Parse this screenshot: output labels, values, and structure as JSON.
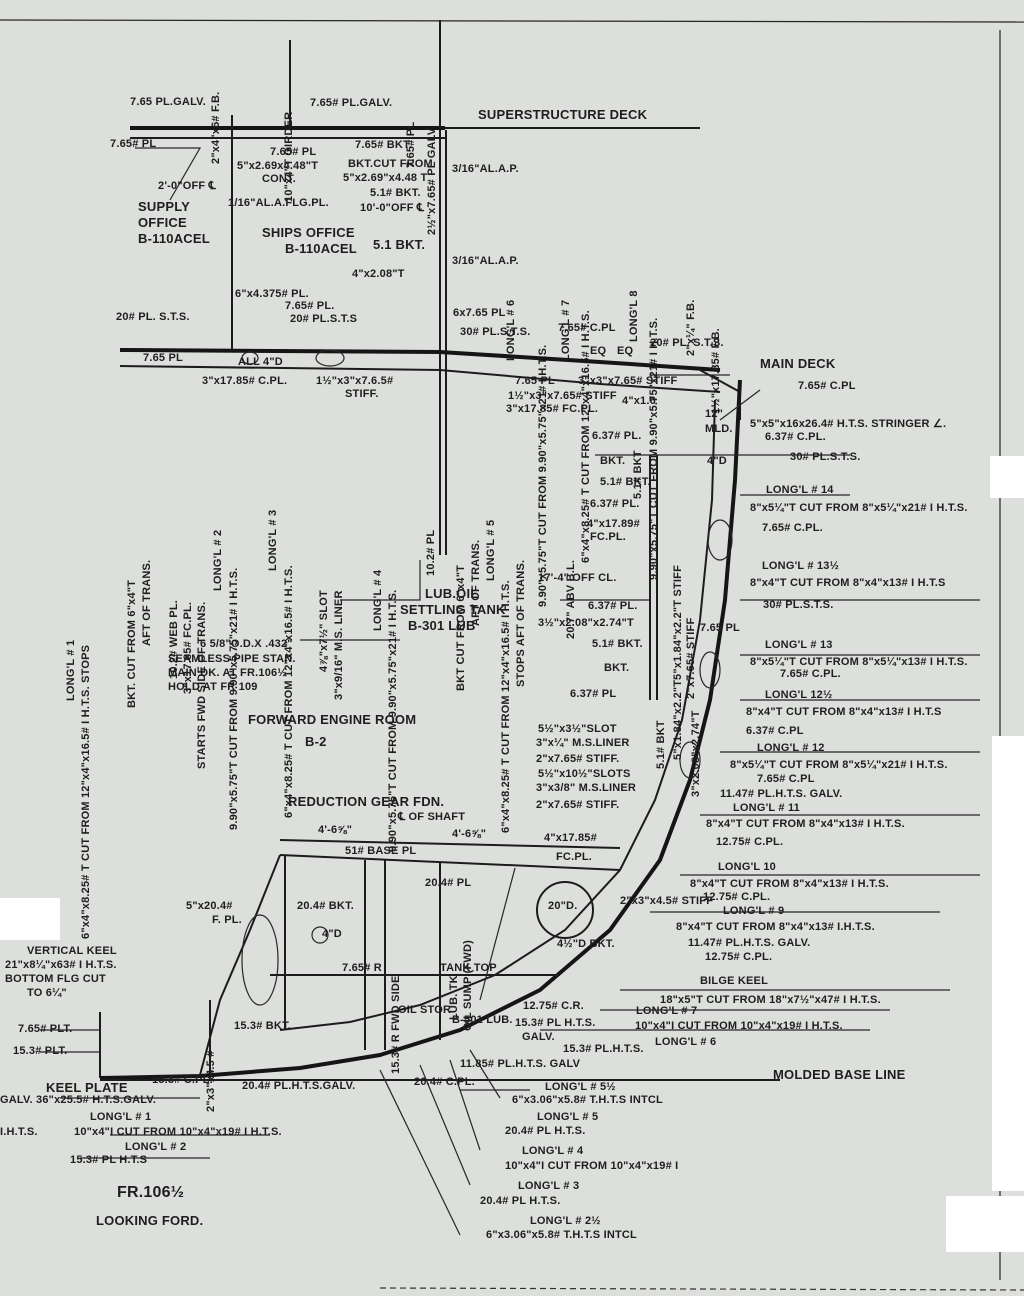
{
  "labels": {
    "l01": "7.65 PL.GALV.",
    "l02": "7.65# PL.GALV.",
    "l03": "SUPERSTRUCTURE  DECK",
    "l04": "7.65# PL",
    "l05": "7.65# PL",
    "l06": "7.65# BKT.",
    "l07": "5\"x2.69x4.48\"T",
    "l08": "BKT.CUT FROM",
    "l09": "5\"x2.69\"x4.48 T",
    "l10": "CONT.",
    "l11": "3/16\"AL.A.P.",
    "l12": "2'-0\"OFF ℄",
    "l13": "5.1# BKT.",
    "l14": "SUPPLY",
    "l15": "OFFICE",
    "l16": "B-110ACEL",
    "l17": "1/16\"AL.A.FLG.PL.",
    "l18": "10'-0\"OFF ℄",
    "l19": "SHIPS OFFICE",
    "l20": "B-110ACEL",
    "l21": "5.1 BKT.",
    "l22": "3/16\"AL.A.P.",
    "l23": "4\"x2.08\"T",
    "l24": "6\"x4.375# PL.",
    "l25": "7.65# PL.",
    "l26": "20# PL.S.T.S",
    "l27": "6x7.65 PL",
    "l28": "20# PL. S.T.S.",
    "l29": "7.65 PL",
    "l30": "ALL 4\"D",
    "l31": "30# PL.S.T.S.",
    "l32": "7.65# C.PL",
    "l33": "EQ",
    "l34": "EQ",
    "l35": "20# PL. S.T.S.",
    "l36": "MAIN DECK",
    "l37": "7.65# C.PL",
    "l38": "3\"x17.85# C.PL.",
    "l39": "1½\"x3\"x7.6.5#",
    "l40": "STIFF.",
    "l41": "7.65 PL",
    "l42": "1½\"x3\"x7.65# STIFF",
    "l43": "3\"x17.85# FC.PL.",
    "l44": "4\"x1.6",
    "l45": "12\"",
    "l46": "MLD.",
    "l47": "5\"x5\"x16x26.4# H.T.S. STRINGER ∠.",
    "l48": "6.37# C.PL.",
    "l49": "6.37# PL.",
    "l50": "30# PL.S.T.S.",
    "l51": "BKT.",
    "l52": "5.1# BKT.",
    "l53": "4\"D",
    "l54": "LONG'L # 14",
    "l55": "8\"x5¼\"T CUT FROM 8\"x5¼\"x21# I H.T.S.",
    "l56": "6.37# PL.",
    "l57": "7.65# C.PL.",
    "l58": "4\"x17.89#",
    "l59": "FC.PL.",
    "l60": "LONG'L # 13½",
    "l61": "8\"x4\"T CUT FROM 8\"x4\"x13# I H.T.S",
    "l62": "17'-4\" OFF CL.",
    "l63": "30# PL.S.T.S.",
    "l64": "LUB.OIL",
    "l65": "SETTLING TANK",
    "l66": "B-301 LUB",
    "l67": "6.37# PL.",
    "l68": "7.65 PL",
    "l69": "3½\"x2.08\"x2.74\"T",
    "l70": "LONG'L # 13",
    "l71": "8\"x5¼\"T CUT FROM 8\"x5¼\"x13# I H.T.S.",
    "l72": "5.1# BKT.",
    "l73": "7.65# C.PL.",
    "l74": "BKT.",
    "l75": "6 5/8\"O.D.X .432\"",
    "l76": "SEAMLESS PIPE STAN.",
    "l77": "MAIN DK. AT FR.106½",
    "l78": "HOLD AT FR 109",
    "l79": "6.37# PL",
    "l80": "LONG'L 12½",
    "l81": "8\"x4\"T CUT FROM 8\"x4\"x13# I H.T.S",
    "l82": "FORWARD ENGINE ROOM",
    "l83": "B-2",
    "l84": "5½\"x3½\"SLOT",
    "l85": "3\"x¼\" M.S.LINER",
    "l86": "6.37# C.PL",
    "l87": "LONG'L # 12",
    "l88": "2\"x7.65# STIFF.",
    "l89": "8\"x5¼\"T CUT FROM 8\"x5¼\"x21# I H.T.S.",
    "l90": "5½\"x10½\"SLOTS",
    "l91": "3\"x3/8\" M.S.LINER",
    "l92": "7.65# C.PL",
    "l93": "11.47# PL.H.T.S. GALV.",
    "l94": "2\"x7.65# STIFF.",
    "l95": "LONG'L # 11",
    "l96": "REDUCTION GEAR FDN.",
    "l97": "℄ OF SHAFT",
    "l98": "8\"x4\"T CUT FROM 8\"x4\"x13# I H.T.S.",
    "l99": "4'-6⅝\"",
    "l100": "4'-6⅝\"",
    "l101": "4\"x17.85#",
    "l102": "12.75# C.PL.",
    "l103": "51# BASE PL",
    "l104": "FC.PL.",
    "l105": "LONG'L 10",
    "l106": "8\"x4\"T CUT FROM 8\"x4\"x13# I H.T.S.",
    "l107": "12.75# C.PL.",
    "l108": "5\"x20.4#",
    "l109": "F. PL.",
    "l110": "20.4# BKT.",
    "l111": "20.4# PL",
    "l112": "20\"D.",
    "l113": "LONG'L # 9",
    "l114": "8\"x4\"T CUT FROM 8\"x4\"x13# I.H.T.S.",
    "l115": "11.47# PL.H.T.S. GALV.",
    "l116": "VERTICAL KEEL",
    "l117": "21\"x8¼\"x63# I H.T.S.",
    "l118": "BOTTOM FLG CUT",
    "l119": "TO 6¼\"",
    "l120": "4\"D",
    "l121": "7.65# R",
    "l122": "TANK  TOP",
    "l123": "4½\"D  BKT.",
    "l124": "12.75# C.PL.",
    "l125": "BILGE KEEL",
    "l126": "18\"x5\"T CUT FROM 18\"x7½\"x47# I H.T.S.",
    "l127": "LONG'L # 7",
    "l128": "10\"x4\"I CUT FROM 10\"x4\"x19# I H.T.S.",
    "l129": "7.65# PLT.",
    "l130": "15.3# PLT.",
    "l131": "15.3# BKT.",
    "l132": "OIL STOR",
    "l133": "B-501 LUB.",
    "l134": "12.75# C.R.",
    "l135": "15.3# PL H.T.S.",
    "l136": "GALV.",
    "l137": "15.3# PL.H.T.S.",
    "l138": "LONG'L # 6",
    "l139": "MOLDED  BASE LINE",
    "l140": "11.85# PL.H.T.S. GALV",
    "l141": "KEEL PLATE",
    "l142": "GALV. 36\"x25.5# H.T.S.GALV.",
    "l143": "15.3# C.PL.",
    "l144": "20.4# PL.H.T.S.GALV.",
    "l145": "20.4# C.PL.",
    "l146": "LONG'L # 5½",
    "l147": "6\"x3.06\"x5.8# T.H.T.S INTCL",
    "l148": "LONG'L # 1",
    "l149": "I.H.T.S.",
    "l150": "10\"x4\"I CUT FROM 10\"x4\"x19# I H.T.S.",
    "l151": "LONG'L # 5",
    "l152": "20.4# PL H.T.S.",
    "l153": "LONG'L # 2",
    "l154": "15.3# PL H.T.S",
    "l155": "LONG'L # 4",
    "l156": "10\"x4\"I CUT FROM 10\"x4\"x19# I",
    "l157": "FR.106½",
    "l158": "LOOKING FORD.",
    "l159": "LONG'L # 3",
    "l160": "20.4# PL H.T.S.",
    "l161": "LONG'L # 2½",
    "l162": "6\"x3.06\"x5.8# T.H.T.S INTCL",
    "l163": "2\"x3\"x4.5# STIFF",
    "l164": "3\"x3\"x7.65# STIFF"
  },
  "vlabels": {
    "v01": "2\"x4\"x6# F.B.",
    "v02": "10\"x4\"T GIRDER",
    "v03": "7.65# PL",
    "v04": "2½\"x7.65# PL GALV.",
    "v05": "9.90\"x5.75\"T CUT FROM 9.90\"x5.75\"x21# I H.T.S.",
    "v06": "LONG'L # 6",
    "v07": "LONG'L # 7",
    "v08": "6\"x4\"x8.25# T CUT FROM 12\"x4\"x16.5# I H.T.S.",
    "v09": "LONG'L 8",
    "v10": "9.90\"x5.75\"T CUT FROM 9.90\"x5.75\"x21# I H.T.S.",
    "v11": "2\"x¼\" F.B.",
    "v12": "1½\"x17.85# F.B.",
    "v13": "LONG'L # 1",
    "v14": "6\"x4\"x8.25# T CUT FROM 12\"x4\"x16.5# I H.T.S. STOPS",
    "v15": "BKT. CUT FROM 6\"x4\"T",
    "v16": "AFT OF TRANS.",
    "v17": "10.2# WEB PL.",
    "v18": "3\"x17.85# FC.PL.",
    "v19": "STARTS FWD SIDE OF TRANS.",
    "v20": "LONG'L # 2",
    "v21": "9.90\"x5.75\"T CUT FROM 9.90\"x5.75\"x21# I H.T.S.",
    "v22": "LONG'L # 3",
    "v23": "6\"x4\"x8.25# T CUT FROM 12\"x4\"x16.5# I H.T.S.",
    "v24": "4⅞\"x7½\" SLOT",
    "v25": "3\"x9/16\" M.S. LINER",
    "v26": "LONG'L # 4",
    "v27": "9.90\"x5.75\"T CUT FROM 9.90\"x5.75\"x21# I H.T.S.",
    "v28": "10.2# PL",
    "v29": "BKT CUT FROM 6\"x4\"T",
    "v30": "AFT OF TRANS.",
    "v31": "LONG'L # 5",
    "v32": "6\"x4\"x8.25# T CUT FROM 12\"x4\"x16.5# I H.T.S.",
    "v33": "STOPS AFT OF TRANS.",
    "v34": "20.7\" ABV B.L.",
    "v35": "5.1# BKT",
    "v36": "5\"x1.84\"x2.2\"T STIFF",
    "v37": "5.1# BKT",
    "v38": "2\"x7.65# STIFF",
    "v39": "5\"x1.84\"x2.2\"T",
    "v40": "3\"x2.08\"x2.74\"T",
    "v41": "15.3# R FWD SIDE",
    "v42": "2\"x3\"x4.5 #",
    "v43": "LUB. TK",
    "v44": "OIL SUMP (FWD)"
  }
}
